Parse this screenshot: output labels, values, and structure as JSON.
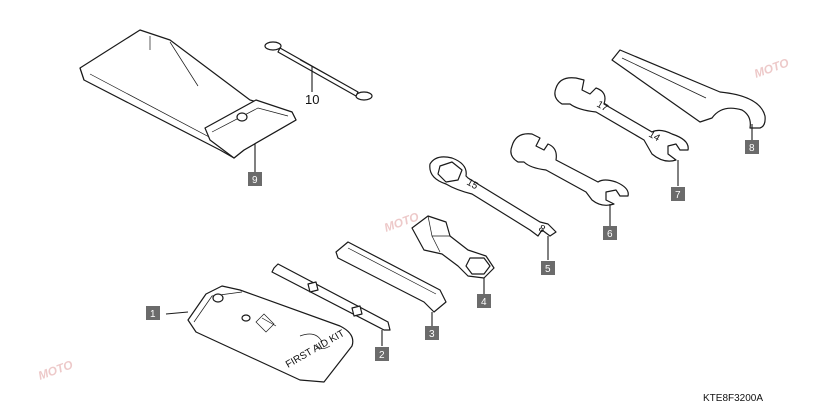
{
  "diagram": {
    "code": "KTE8F3200A",
    "callout_color": "#6b6b6b",
    "watermark_text": "MOTO",
    "parts": [
      {
        "id": "1",
        "label": "1"
      },
      {
        "id": "2",
        "label": "2"
      },
      {
        "id": "3",
        "label": "3"
      },
      {
        "id": "4",
        "label": "4"
      },
      {
        "id": "5",
        "label": "5"
      },
      {
        "id": "6",
        "label": "6"
      },
      {
        "id": "7",
        "label": "7"
      },
      {
        "id": "8",
        "label": "8"
      },
      {
        "id": "9",
        "label": "9"
      },
      {
        "id": "10",
        "label": "10"
      }
    ],
    "first_aid_kit_text": "FIRST AID KIT",
    "wrench_marks": {
      "box_wrench": "8",
      "box_wrench_ring": "15",
      "double_wrench_a": "17",
      "double_wrench_b": "14"
    }
  }
}
